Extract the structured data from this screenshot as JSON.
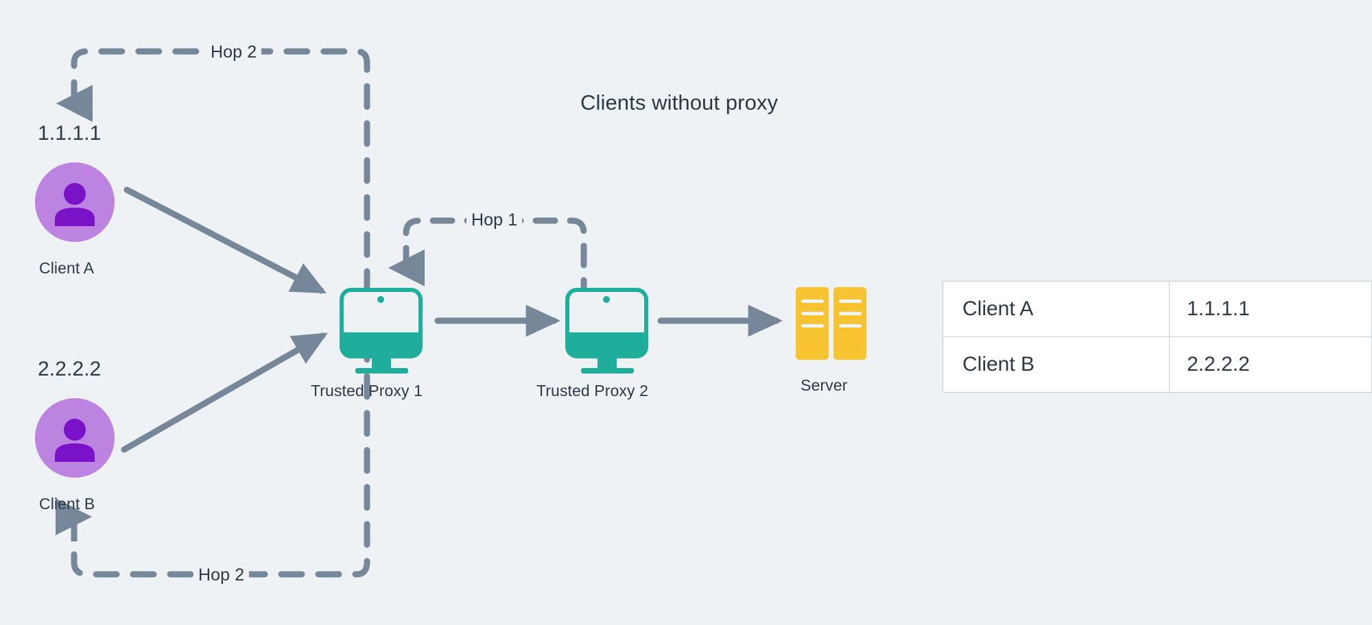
{
  "diagram": {
    "title": "Clients without proxy",
    "background_color": "#eff2f5",
    "text_color": "#2b3946"
  },
  "palette": {
    "background": "#eff2f5",
    "connector": "#77879a",
    "client_circle": "#bd83e0",
    "client_glyph": "#7a13c7",
    "proxy": "#1fae9b",
    "server": "#f7c331",
    "table_border": "#c6d4de",
    "table_cell": "#ffffff",
    "text": "#2b3946"
  },
  "nodes": {
    "client_a": {
      "label": "Client A",
      "ip": "1.1.1.1",
      "icon": "person-avatar-icon"
    },
    "client_b": {
      "label": "Client B",
      "ip": "2.2.2.2",
      "icon": "person-avatar-icon"
    },
    "proxy_1": {
      "label": "Trusted Proxy 1",
      "icon": "monitor-icon"
    },
    "proxy_2": {
      "label": "Trusted Proxy 2",
      "icon": "monitor-icon"
    },
    "server": {
      "label": "Server",
      "icon": "server-rack-icon"
    }
  },
  "hops": {
    "top": {
      "label": "Hop 2"
    },
    "middle": {
      "label": "Hop 1"
    },
    "bottom": {
      "label": "Hop 2"
    }
  },
  "table": {
    "rows": [
      {
        "client": "Client A",
        "ip": "1.1.1.1"
      },
      {
        "client": "Client B",
        "ip": "2.2.2.2"
      }
    ]
  }
}
